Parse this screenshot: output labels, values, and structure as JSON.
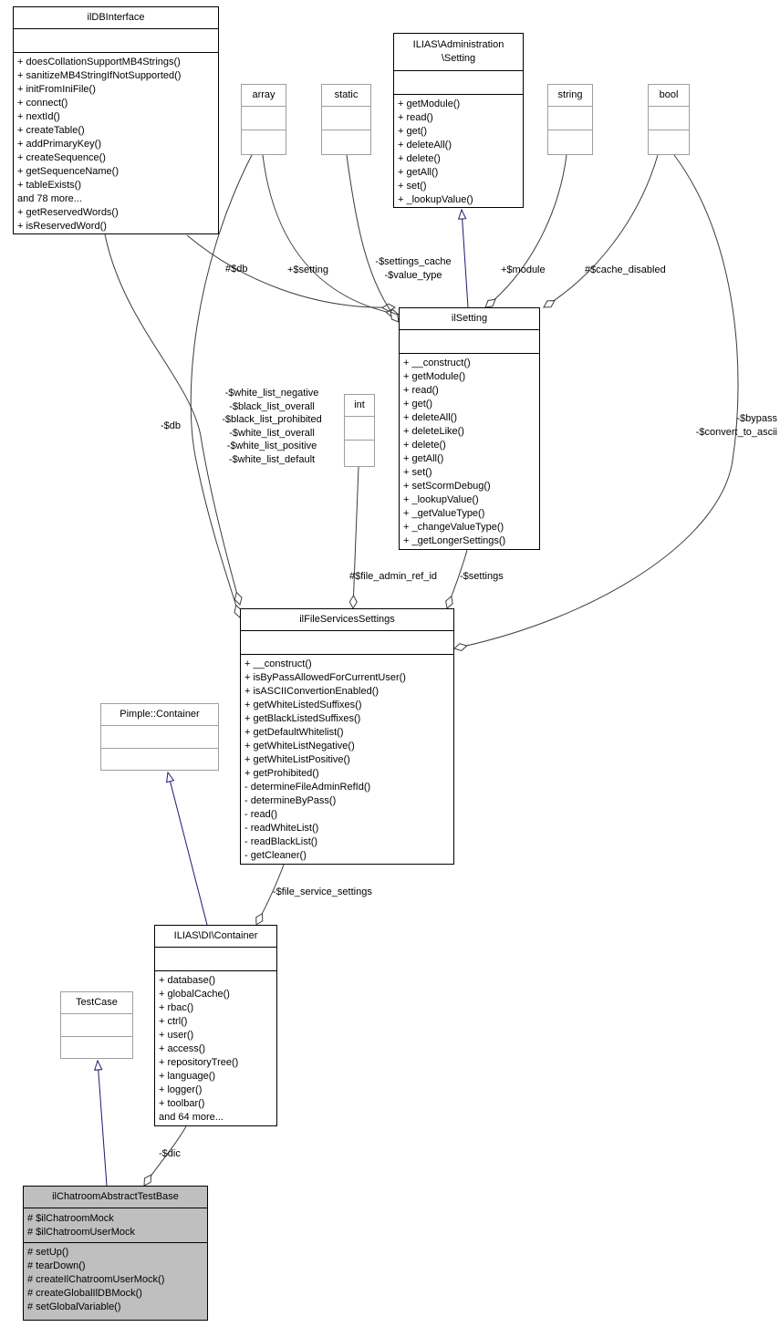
{
  "classes": {
    "ildb": {
      "name": "ilDBInterface",
      "methods": [
        "+ doesCollationSupportMB4Strings()",
        "+ sanitizeMB4StringIfNotSupported()",
        "+ initFromIniFile()",
        "+ connect()",
        "+ nextId()",
        "+ createTable()",
        "+ addPrimaryKey()",
        "+ createSequence()",
        "+ getSequenceName()",
        "+ tableExists()",
        "and 78 more...",
        "+ getReservedWords()",
        "+ isReservedWord()"
      ]
    },
    "adminsetting": {
      "name_lines": [
        "ILIAS\\Administration",
        "\\Setting"
      ],
      "methods": [
        "+ getModule()",
        "+ read()",
        "+ get()",
        "+ deleteAll()",
        "+ delete()",
        "+ getAll()",
        "+ set()",
        "+ _lookupValue()"
      ]
    },
    "array": {
      "name": "array"
    },
    "static": {
      "name": "static"
    },
    "string": {
      "name": "string"
    },
    "bool": {
      "name": "bool"
    },
    "int": {
      "name": "int"
    },
    "ilsetting": {
      "name": "ilSetting",
      "methods": [
        "+ __construct()",
        "+ getModule()",
        "+ read()",
        "+ get()",
        "+ deleteAll()",
        "+ deleteLike()",
        "+ delete()",
        "+ getAll()",
        "+ set()",
        "+ setScormDebug()",
        "+ _lookupValue()",
        "+ _getValueType()",
        "+ _changeValueType()",
        "+ _getLongerSettings()"
      ]
    },
    "fss": {
      "name": "ilFileServicesSettings",
      "methods": [
        "+ __construct()",
        "+ isByPassAllowedForCurrentUser()",
        "+ isASCIIConvertionEnabled()",
        "+ getWhiteListedSuffixes()",
        "+ getBlackListedSuffixes()",
        "+ getDefaultWhitelist()",
        "+ getWhiteListNegative()",
        "+ getWhiteListPositive()",
        "+ getProhibited()",
        "- determineFileAdminRefId()",
        "- determineByPass()",
        "- read()",
        "- readWhiteList()",
        "- readBlackList()",
        "- getCleaner()"
      ]
    },
    "pimple": {
      "name": "Pimple::Container"
    },
    "di": {
      "name": "ILIAS\\DI\\Container",
      "methods": [
        "+ database()",
        "+ globalCache()",
        "+ rbac()",
        "+ ctrl()",
        "+ user()",
        "+ access()",
        "+ repositoryTree()",
        "+ language()",
        "+ logger()",
        "+ toolbar()",
        "and 64 more..."
      ]
    },
    "testcase": {
      "name": "TestCase"
    },
    "chatroom": {
      "name": "ilChatroomAbstractTestBase",
      "attributes": [
        "# $ilChatroomMock",
        "# $ilChatroomUserMock"
      ],
      "methods": [
        "# setUp()",
        "# tearDown()",
        "# createIlChatroomUserMock()",
        "# createGlobalIlDBMock()",
        "# setGlobalVariable()"
      ]
    }
  },
  "edge_labels": {
    "db_setting": "#$db",
    "setting_member": "+$setting",
    "static_members": [
      "-$settings_cache",
      "-$value_type"
    ],
    "module": "+$module",
    "cache_disabled": "#$cache_disabled",
    "bypass": [
      "-$bypass",
      "-$convert_to_ascii"
    ],
    "db_fss": "-$db",
    "lists": [
      "-$white_list_negative",
      "-$black_list_overall",
      "-$black_list_prohibited",
      "-$white_list_overall",
      "-$white_list_positive",
      "-$white_list_default"
    ],
    "file_admin_ref_id": "#$file_admin_ref_id",
    "settings": "-$settings",
    "file_service_settings": "-$file_service_settings",
    "dic": "-$dic"
  },
  "colors": {
    "inheritance": "#191970",
    "aggregation": "#3c3c3c",
    "box_border": "#000000",
    "weak_border": "#9e9e9e",
    "highlight_fill": "#bfbfbf"
  }
}
